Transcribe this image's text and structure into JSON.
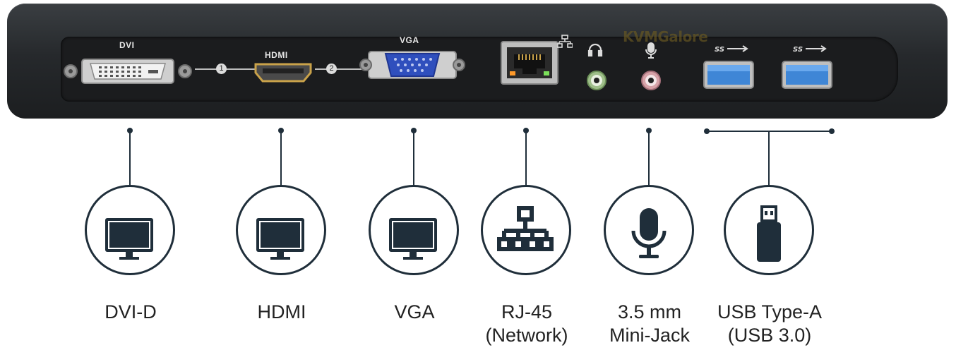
{
  "dock": {
    "port_labels": {
      "dvi": "DVI",
      "hdmi": "HDMI",
      "vga": "VGA",
      "num1": "1",
      "num2": "2"
    },
    "watermark": "KVMGalore"
  },
  "ports": [
    {
      "id": "dvi",
      "line1": "DVI-D",
      "line2": "",
      "icon": "monitor-icon"
    },
    {
      "id": "hdmi",
      "line1": "HDMI",
      "line2": "",
      "icon": "monitor-icon"
    },
    {
      "id": "vga",
      "line1": "VGA",
      "line2": "",
      "icon": "monitor-icon"
    },
    {
      "id": "rj45",
      "line1": "RJ-45",
      "line2": "(Network)",
      "icon": "network-icon"
    },
    {
      "id": "audio",
      "line1": "3.5 mm",
      "line2": "Mini-Jack",
      "icon": "microphone-icon"
    },
    {
      "id": "usb",
      "line1": "USB Type-A",
      "line2": "(USB 3.0)",
      "icon": "usb-drive-icon"
    }
  ],
  "colors": {
    "callout": "#1f2e3a",
    "dock_body": "#26292c",
    "vga_port": "#2f4fbd",
    "usb_port": "#3f86d6"
  }
}
